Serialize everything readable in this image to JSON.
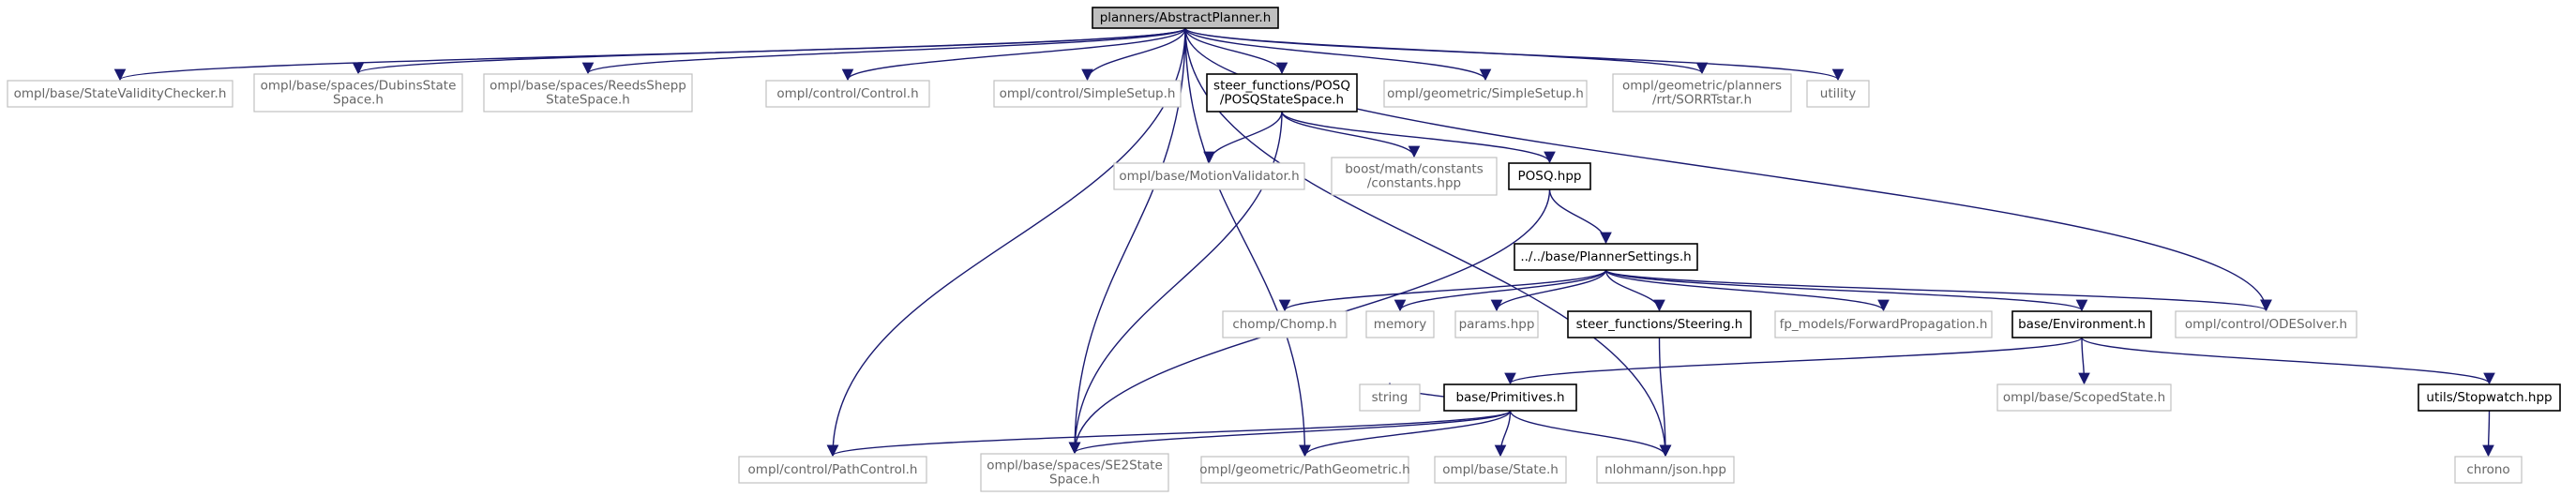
{
  "graph": {
    "edge_color": "#191970",
    "root_color": "#bfbfbf",
    "external_border_color": "#c0c0c0",
    "nodes": [
      {
        "id": "root",
        "lines": [
          "planners/AbstractPlanner.h"
        ],
        "kind": "root"
      },
      {
        "id": "svc",
        "lines": [
          "ompl/base/StateValidityChecker.h"
        ],
        "kind": "ext"
      },
      {
        "id": "dubins",
        "lines": [
          "ompl/base/spaces/DubinsState",
          "Space.h"
        ],
        "kind": "ext"
      },
      {
        "id": "reeds",
        "lines": [
          "ompl/base/spaces/ReedsShepp",
          "StateSpace.h"
        ],
        "kind": "ext"
      },
      {
        "id": "control",
        "lines": [
          "ompl/control/Control.h"
        ],
        "kind": "ext"
      },
      {
        "id": "csetup",
        "lines": [
          "ompl/control/SimpleSetup.h"
        ],
        "kind": "ext"
      },
      {
        "id": "posqss",
        "lines": [
          "steer_functions/POSQ",
          "/POSQStateSpace.h"
        ],
        "kind": "header"
      },
      {
        "id": "gsetup",
        "lines": [
          "ompl/geometric/SimpleSetup.h"
        ],
        "kind": "ext"
      },
      {
        "id": "sorrt",
        "lines": [
          "ompl/geometric/planners",
          "/rrt/SORRTstar.h"
        ],
        "kind": "ext"
      },
      {
        "id": "utility",
        "lines": [
          "utility"
        ],
        "kind": "ext"
      },
      {
        "id": "motionval",
        "lines": [
          "ompl/base/MotionValidator.h"
        ],
        "kind": "ext"
      },
      {
        "id": "boostconst",
        "lines": [
          "boost/math/constants",
          "/constants.hpp"
        ],
        "kind": "ext"
      },
      {
        "id": "posq",
        "lines": [
          "POSQ.hpp"
        ],
        "kind": "header"
      },
      {
        "id": "settings",
        "lines": [
          "../../base/PlannerSettings.h"
        ],
        "kind": "header"
      },
      {
        "id": "chomp",
        "lines": [
          "chomp/Chomp.h"
        ],
        "kind": "ext"
      },
      {
        "id": "memory",
        "lines": [
          "memory"
        ],
        "kind": "ext"
      },
      {
        "id": "params",
        "lines": [
          "params.hpp"
        ],
        "kind": "ext"
      },
      {
        "id": "steering",
        "lines": [
          "steer_functions/Steering.h"
        ],
        "kind": "header"
      },
      {
        "id": "fwdprop",
        "lines": [
          "fp_models/ForwardPropagation.h"
        ],
        "kind": "ext"
      },
      {
        "id": "environment",
        "lines": [
          "base/Environment.h"
        ],
        "kind": "header"
      },
      {
        "id": "odesolver",
        "lines": [
          "ompl/control/ODESolver.h"
        ],
        "kind": "ext"
      },
      {
        "id": "string",
        "lines": [
          "string"
        ],
        "kind": "ext"
      },
      {
        "id": "primitives",
        "lines": [
          "base/Primitives.h"
        ],
        "kind": "header"
      },
      {
        "id": "scoped",
        "lines": [
          "ompl/base/ScopedState.h"
        ],
        "kind": "ext"
      },
      {
        "id": "stopwatch",
        "lines": [
          "utils/Stopwatch.hpp"
        ],
        "kind": "header"
      },
      {
        "id": "chrono",
        "lines": [
          "chrono"
        ],
        "kind": "ext"
      },
      {
        "id": "pathcontrol",
        "lines": [
          "ompl/control/PathControl.h"
        ],
        "kind": "ext"
      },
      {
        "id": "se2",
        "lines": [
          "ompl/base/spaces/SE2State",
          "Space.h"
        ],
        "kind": "ext"
      },
      {
        "id": "pathgeo",
        "lines": [
          "ompl/geometric/PathGeometric.h"
        ],
        "kind": "ext"
      },
      {
        "id": "state",
        "lines": [
          "ompl/base/State.h"
        ],
        "kind": "ext"
      },
      {
        "id": "json",
        "lines": [
          "nlohmann/json.hpp"
        ],
        "kind": "ext"
      }
    ],
    "edges": [
      [
        "root",
        "svc"
      ],
      [
        "root",
        "dubins"
      ],
      [
        "root",
        "reeds"
      ],
      [
        "root",
        "control"
      ],
      [
        "root",
        "csetup"
      ],
      [
        "root",
        "posqss"
      ],
      [
        "root",
        "gsetup"
      ],
      [
        "root",
        "sorrt"
      ],
      [
        "root",
        "utility"
      ],
      [
        "root",
        "pathcontrol"
      ],
      [
        "root",
        "se2"
      ],
      [
        "root",
        "pathgeo"
      ],
      [
        "root",
        "odesolver"
      ],
      [
        "root",
        "json"
      ],
      [
        "posqss",
        "motionval"
      ],
      [
        "posqss",
        "boostconst"
      ],
      [
        "posqss",
        "posq"
      ],
      [
        "posqss",
        "se2"
      ],
      [
        "posq",
        "settings"
      ],
      [
        "posq",
        "se2"
      ],
      [
        "settings",
        "chomp"
      ],
      [
        "settings",
        "memory"
      ],
      [
        "settings",
        "params"
      ],
      [
        "settings",
        "steering"
      ],
      [
        "settings",
        "fwdprop"
      ],
      [
        "settings",
        "environment"
      ],
      [
        "settings",
        "odesolver"
      ],
      [
        "steering",
        "json"
      ],
      [
        "environment",
        "primitives"
      ],
      [
        "environment",
        "scoped"
      ],
      [
        "environment",
        "stopwatch"
      ],
      [
        "primitives",
        "string"
      ],
      [
        "primitives",
        "pathcontrol"
      ],
      [
        "primitives",
        "se2"
      ],
      [
        "primitives",
        "pathgeo"
      ],
      [
        "primitives",
        "state"
      ],
      [
        "primitives",
        "json"
      ],
      [
        "stopwatch",
        "chrono"
      ]
    ]
  }
}
